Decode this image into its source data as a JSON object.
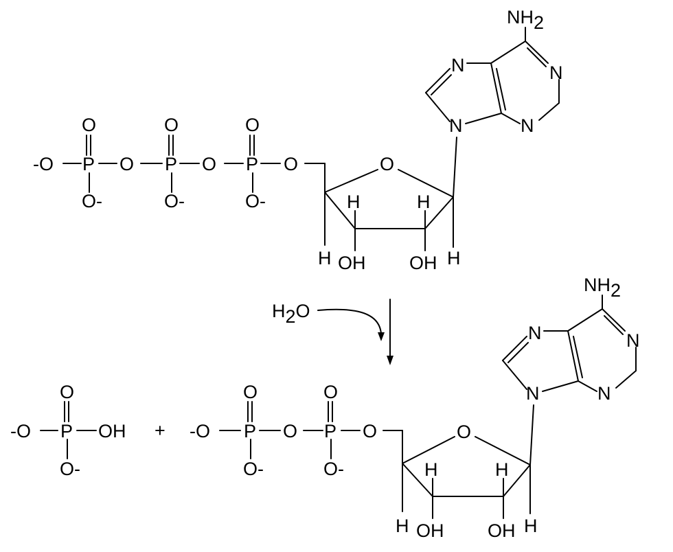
{
  "colors": {
    "ink": "#000000",
    "background": "#ffffff"
  },
  "reactant": {
    "phosphate_oxygen_neg": "-O",
    "phosphorus": "P",
    "oxygen": "O",
    "oxygen_minus": "O-",
    "ring_oxygen": "O",
    "hydrogen": "H",
    "hydroxyl": "OH",
    "nitrogen": "N",
    "amine": "NH",
    "amine_subscript": "2"
  },
  "water": {
    "label": "H",
    "subscript": "2",
    "label_end": "O"
  },
  "products": {
    "phosphate": {
      "left": "-O",
      "phosphorus": "P",
      "top": "O",
      "right": "OH",
      "bottom": "O-"
    },
    "plus": "+",
    "adp": {
      "left": "-O",
      "phosphorus": "P",
      "oxygen": "O",
      "oxygen_minus": "O-",
      "hydrogen": "H",
      "hydroxyl": "OH",
      "nitrogen": "N",
      "amine": "NH",
      "amine_subscript": "2"
    }
  }
}
